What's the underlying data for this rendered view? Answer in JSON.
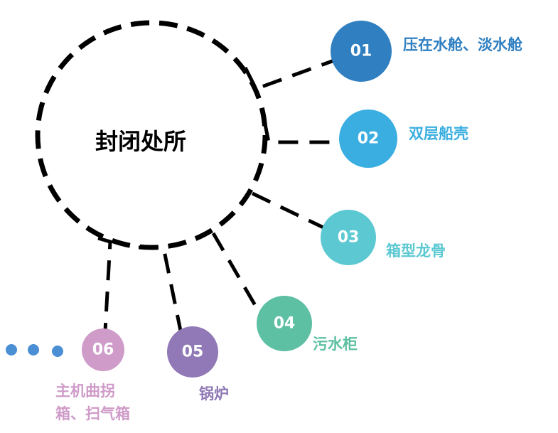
{
  "center": {
    "title": "封闭处所"
  },
  "nodes": [
    {
      "num": "01",
      "label": "压在水舱、淡水舱",
      "color": "#2f7fc1"
    },
    {
      "num": "02",
      "label": "双层船壳",
      "color": "#3aaee0"
    },
    {
      "num": "03",
      "label": "箱型龙骨",
      "color": "#5bc8d2"
    },
    {
      "num": "04",
      "label": "污水柜",
      "color": "#5dc0a2"
    },
    {
      "num": "05",
      "label": "锅炉",
      "color": "#9079b6"
    },
    {
      "num": "06",
      "label_line1": "主机曲拐",
      "label_line2": "箱、扫气箱",
      "color": "#cf9bc9"
    }
  ],
  "ellipsis": {
    "color": "#4a8fd4",
    "count": 3
  }
}
